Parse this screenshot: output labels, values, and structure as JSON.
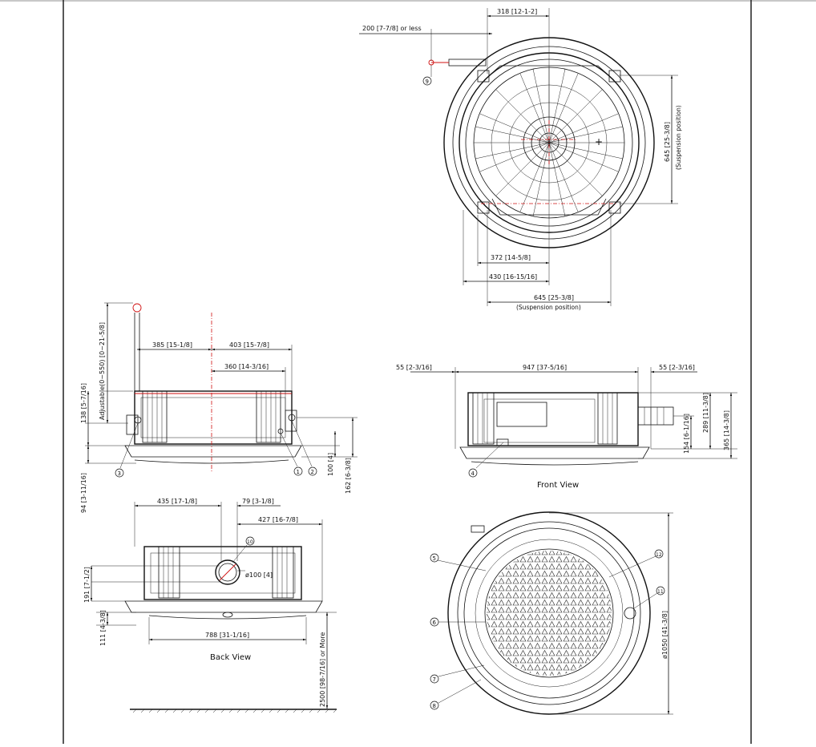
{
  "top_view": {
    "dim_318": "318 [12-1-2]",
    "dim_200": "200 [7-7/8] or less",
    "dim_645_v": "645 [25-3/8]",
    "suspension_v": "(Suspension position)",
    "dim_372": "372 [14-5/8]",
    "dim_430": "430 [16-15/16]",
    "dim_645_h": "645 [25-3/8]",
    "suspension_h": "(Suspension position)",
    "callout_9": "9"
  },
  "side_view": {
    "adjustable": "Adjustable(0~550) [0~21-5/8]",
    "dim_385": "385 [15-1/8]",
    "dim_403": "403 [15-7/8]",
    "dim_360": "360 [14-3/16]",
    "dim_138": "138 [5-7/16]",
    "dim_94": "94 [3-11/16]",
    "dim_100": "100 [4]",
    "dim_162": "162 [6-3/8]",
    "callout_1": "1",
    "callout_2": "2",
    "callout_3": "3"
  },
  "front_view": {
    "dim_55_left": "55 [2-3/16]",
    "dim_947": "947 [37-5/16]",
    "dim_55_right": "55 [2-3/16]",
    "dim_154": "154 [6-1/16]",
    "dim_289": "289 [11-3/8]",
    "dim_365": "365 [14-3/8]",
    "callout_4": "4",
    "label": "Front View"
  },
  "back_view": {
    "dim_435": "435 [17-1/8]",
    "dim_79": "79 [3-1/8]",
    "dim_427": "427 [16-7/8]",
    "dim_phi100": "ø100 [4]",
    "dim_191": "191 [7-1/2]",
    "dim_111": "111 [4-3/8]",
    "dim_788": "788 [31-1/16]",
    "dim_2500": "2500 [98-7/16] or More",
    "callout_10": "10",
    "label": "Back View"
  },
  "bottom_view": {
    "dim_1050": "ø1050 [41-3/8]",
    "callout_5": "5",
    "callout_6": "6",
    "callout_7": "7",
    "callout_8": "8",
    "callout_11": "11",
    "callout_12": "12"
  }
}
